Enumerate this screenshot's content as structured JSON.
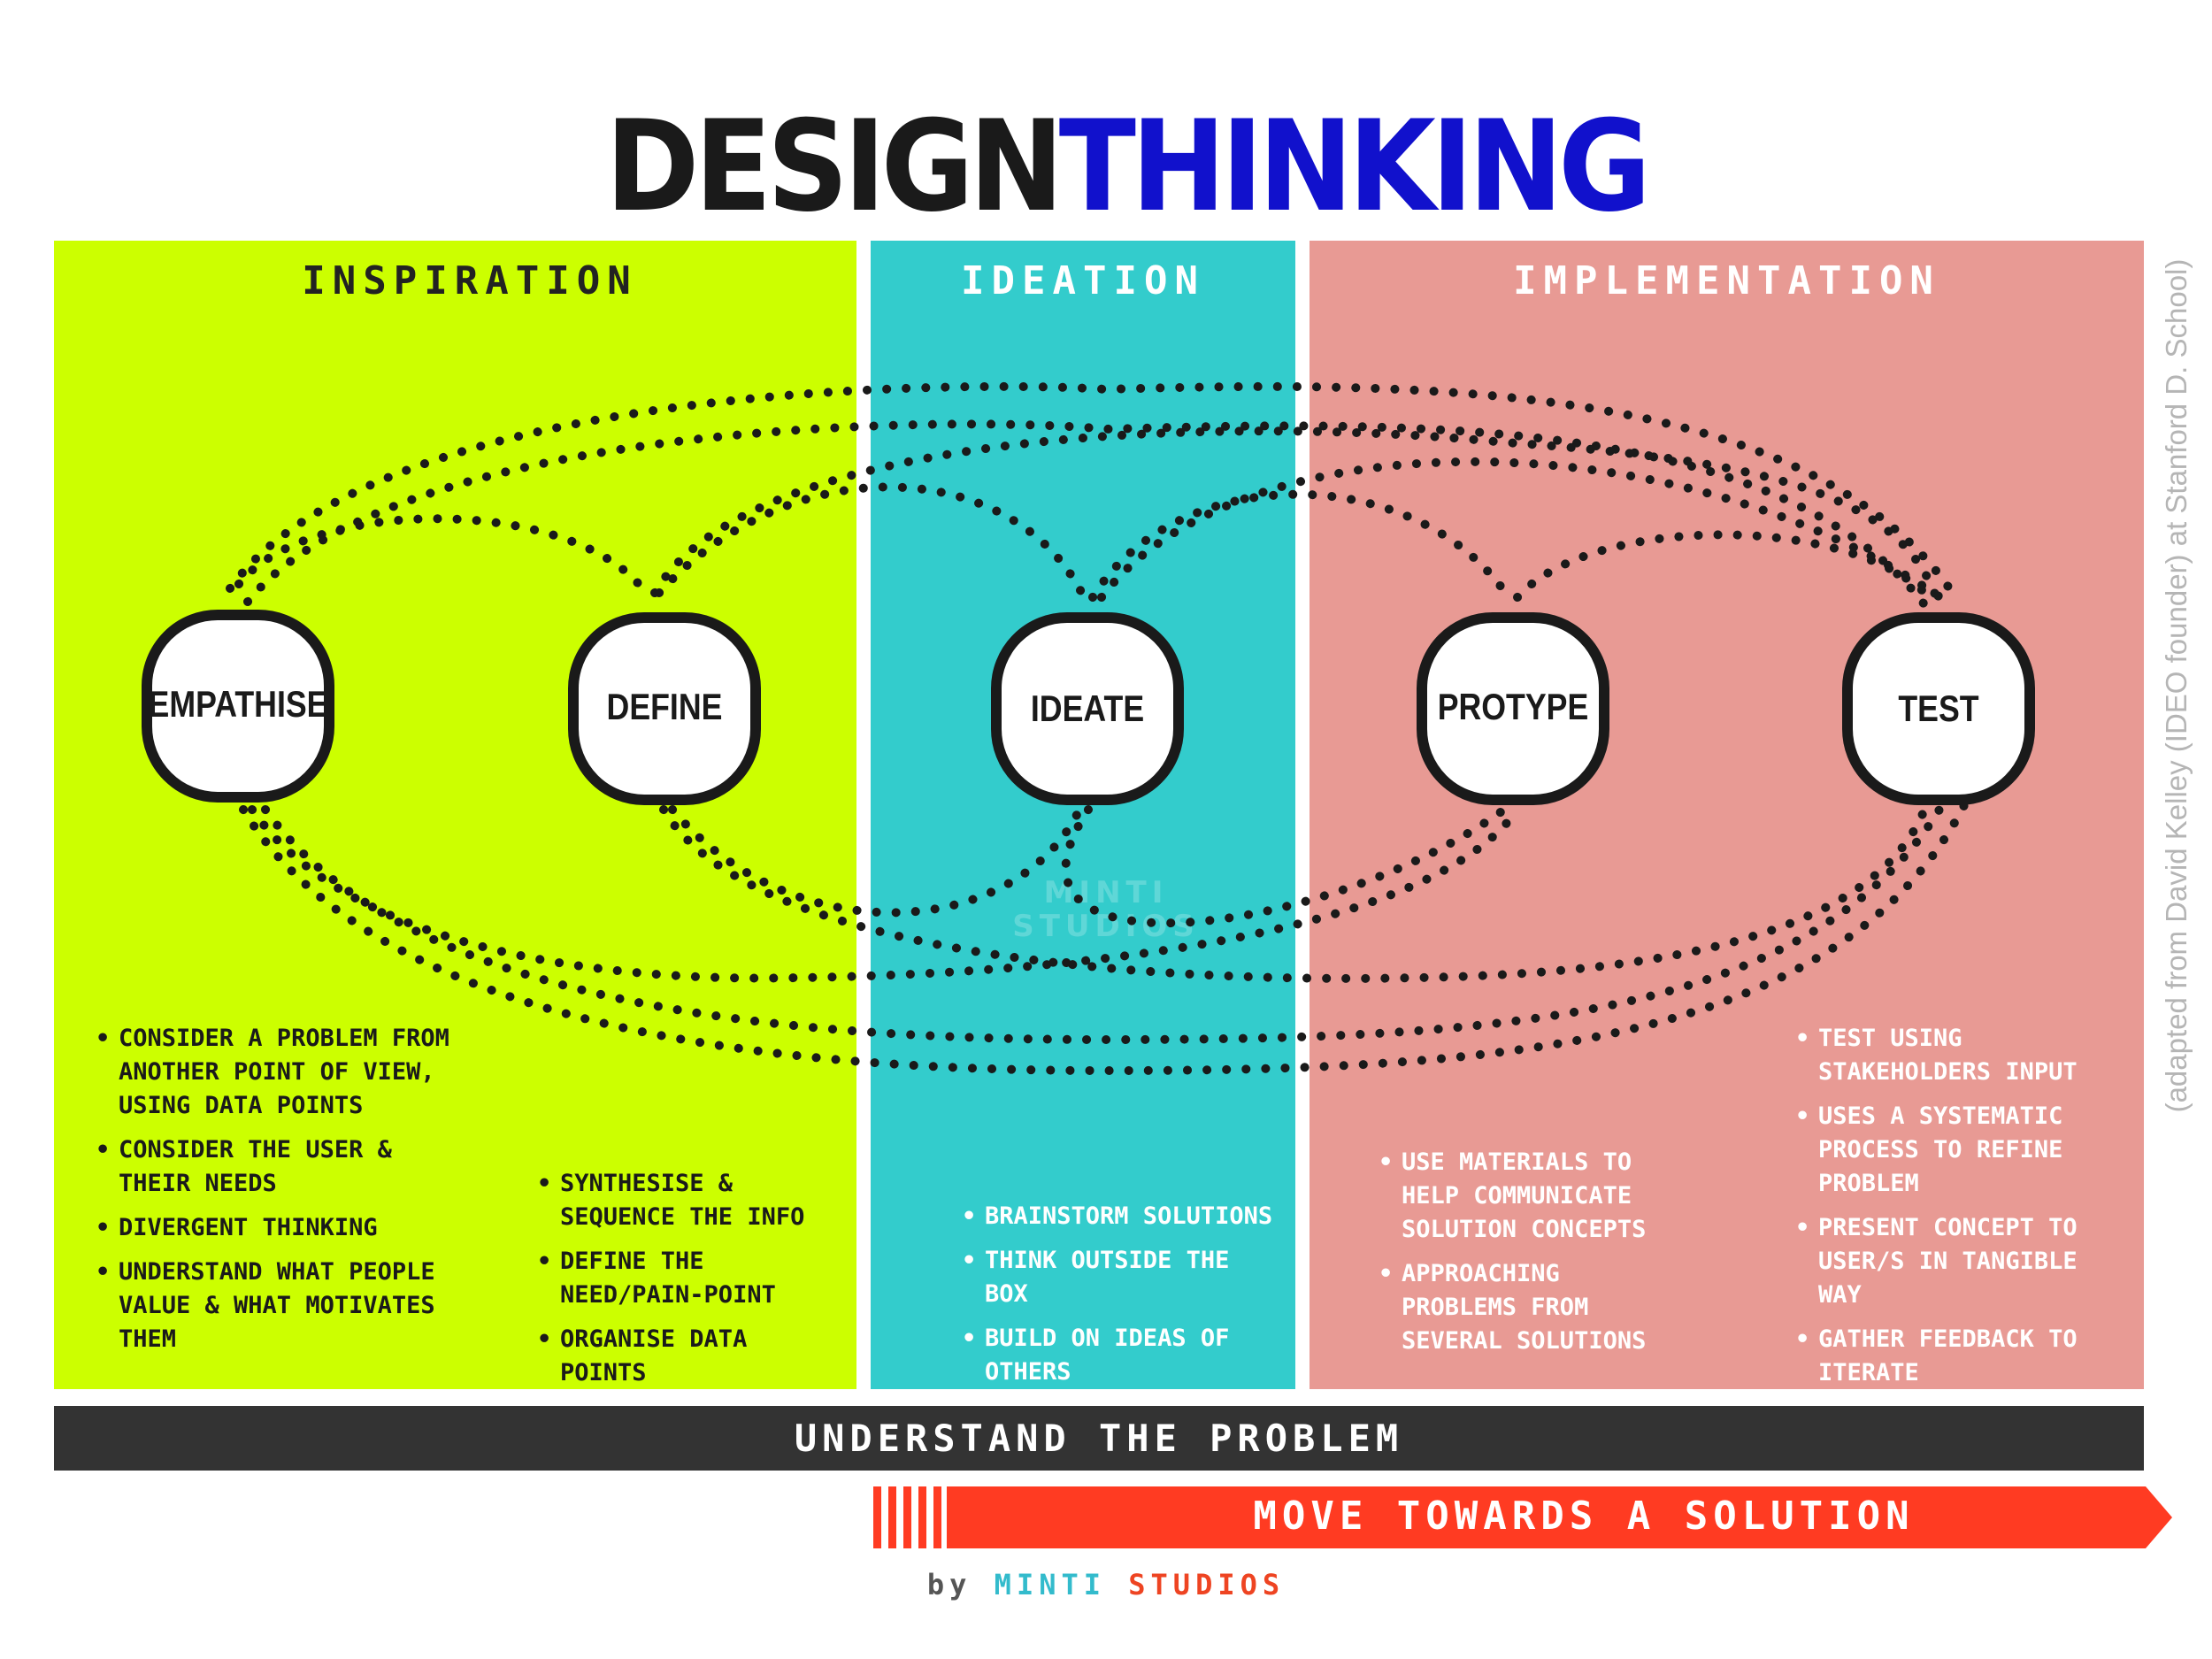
{
  "title": {
    "part1": "DESIGN",
    "part2": "THINKING"
  },
  "colors": {
    "inspiration": "#ccff00",
    "ideation": "#33cccc",
    "implementation": "#e89a94",
    "title_accent": "#1111cc",
    "bar_dark": "#333333",
    "arrow_red": "#ff3b22"
  },
  "phases": {
    "inspiration": "INSPIRATION",
    "ideation": "IDEATION",
    "implementation": "IMPLEMENTATION"
  },
  "nodes": [
    "EMPATHISE",
    "DEFINE",
    "IDEATE",
    "PROTYPE",
    "TEST"
  ],
  "bullets": {
    "empathise": [
      "CONSIDER A PROBLEM FROM ANOTHER POINT OF VIEW, USING DATA POINTS",
      "CONSIDER THE USER & THEIR NEEDS",
      "DIVERGENT THINKING",
      "UNDERSTAND WHAT PEOPLE VALUE & WHAT MOTIVATES THEM"
    ],
    "define": [
      "SYNTHESISE & SEQUENCE THE INFO",
      "DEFINE THE NEED/PAIN-POINT",
      "ORGANISE DATA POINTS"
    ],
    "ideate": [
      "BRAINSTORM SOLUTIONS",
      "THINK OUTSIDE THE BOX",
      "BUILD ON IDEAS OF OTHERS"
    ],
    "prototype": [
      "USE MATERIALS TO HELP COMMUNICATE SOLUTION CONCEPTS",
      "APPROACHING PROBLEMS FROM SEVERAL SOLUTIONS"
    ],
    "test": [
      "TEST USING STAKEHOLDERS INPUT",
      "USES A SYSTEMATIC PROCESS TO REFINE PROBLEM",
      "PRESENT CONCEPT TO USER/S IN TANGIBLE WAY",
      "GATHER FEEDBACK TO ITERATE"
    ]
  },
  "bottom": {
    "understand": "UNDERSTAND THE PROBLEM",
    "solution": "MOVE TOWARDS A SOLUTION"
  },
  "credit": {
    "by": "by",
    "name1": "MINTI",
    "name2": "STUDIOS"
  },
  "watermark": {
    "line1": "MINTI",
    "line2": "STUDIOS"
  },
  "source_note": "(adapted from David Kelley (IDEO founder) at Stanford D. School)"
}
